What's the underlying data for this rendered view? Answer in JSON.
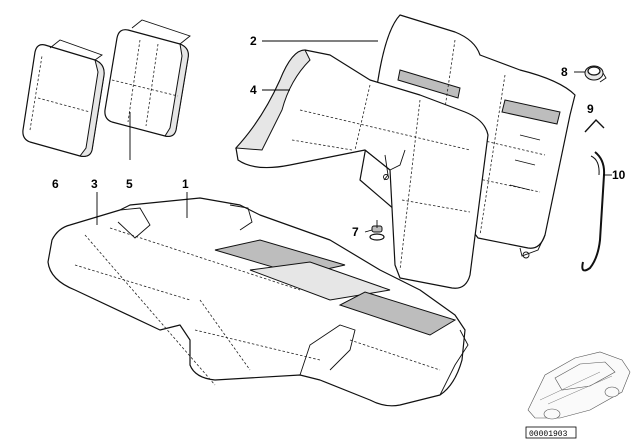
{
  "callouts": {
    "c1": "1",
    "c2": "2",
    "c3": "3",
    "c4": "4",
    "c5": "5",
    "c6": "6",
    "c7": "7",
    "c8": "8",
    "c9": "9",
    "c10": "10"
  },
  "diagram_id": "00001903"
}
